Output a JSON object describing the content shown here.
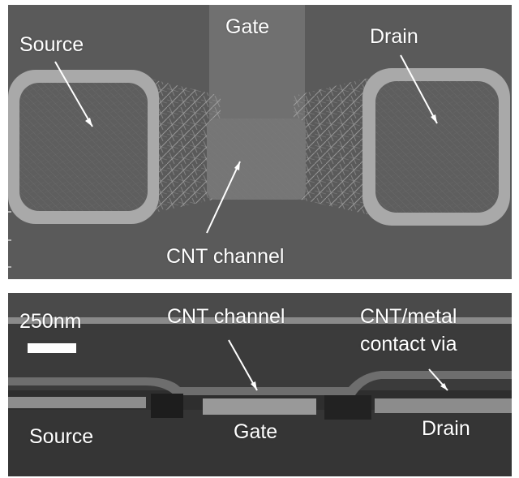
{
  "top_micrograph": {
    "labels": {
      "gate": "Gate",
      "source": "Source",
      "drain": "Drain",
      "cnt_channel": "CNT channel"
    }
  },
  "bottom_micrograph": {
    "labels": {
      "scale_bar": "250nm",
      "cnt_channel": "CNT channel",
      "contact_via_line1": "CNT/metal",
      "contact_via_line2": "contact via",
      "source": "Source",
      "gate": "Gate",
      "drain": "Drain"
    }
  }
}
